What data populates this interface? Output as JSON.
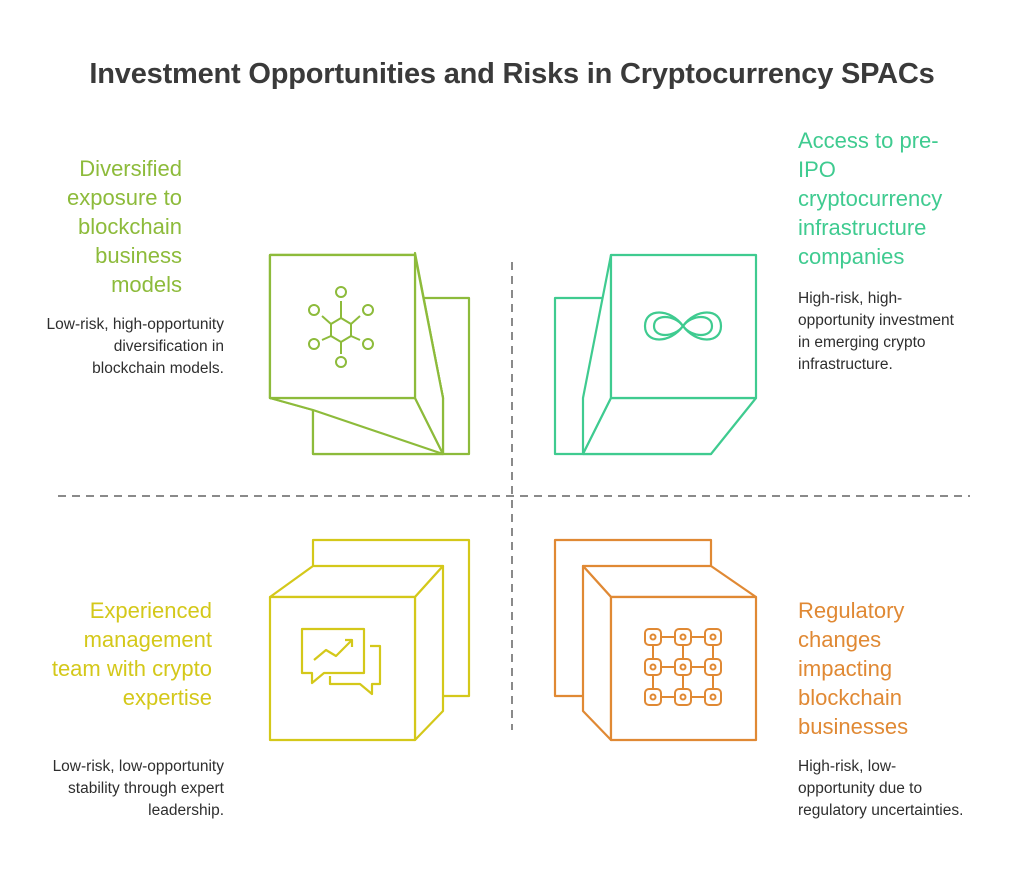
{
  "title": "Investment Opportunities and Risks in Cryptocurrency SPACs",
  "quadrants": {
    "top_left": {
      "title": "Diversified exposure to blockchain business models",
      "description": "Low-risk, high-opportunity diversification in blockchain models.",
      "color": "#8dbb3b",
      "icon": "hub-network-icon"
    },
    "top_right": {
      "title": "Access to pre-IPO cryptocurrency infrastructure companies",
      "description": "High-risk, high-opportunity investment in emerging crypto infrastructure.",
      "color": "#3fcb90",
      "icon": "infinity-icon"
    },
    "bottom_left": {
      "title": "Experienced management team with crypto expertise",
      "description": "Low-risk, low-opportunity stability through expert leadership.",
      "color": "#d4c81a",
      "icon": "chat-chart-icon"
    },
    "bottom_right": {
      "title": "Regulatory changes impacting blockchain businesses",
      "description": "High-risk, low-opportunity due to regulatory uncertainties.",
      "color": "#e08934",
      "icon": "grid-nodes-icon"
    }
  }
}
